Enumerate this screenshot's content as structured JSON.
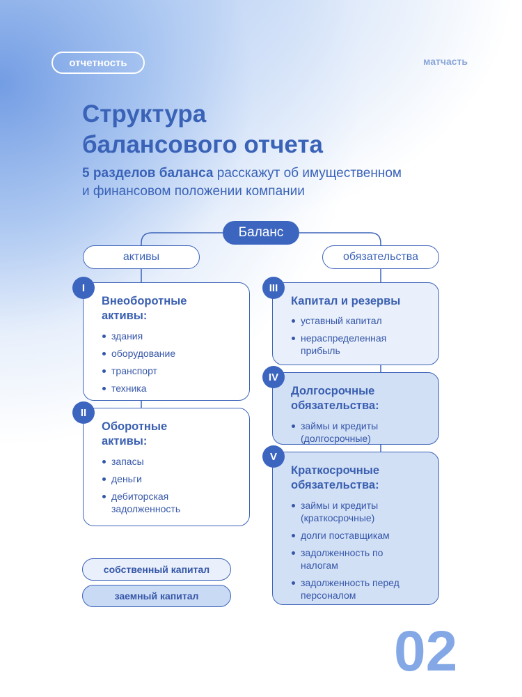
{
  "header": {
    "tag": "отчетность",
    "brand": "матчасть"
  },
  "title": {
    "line1": "Структура",
    "line2": "балансового отчета"
  },
  "subtitle": {
    "bold": "5 разделов баланса",
    "rest1": " расскажут об имущественном",
    "line2": "и финансовом положении компании"
  },
  "diagram": {
    "root": "Баланс",
    "assets_label": "активы",
    "liabilities_label": "обязательства",
    "sections": [
      {
        "num": "I",
        "title_line1": "Внеоборотные",
        "title_line2": "активы:",
        "items": [
          "здания",
          "оборудование",
          "транспорт",
          "техника"
        ]
      },
      {
        "num": "II",
        "title_line1": "Оборотные",
        "title_line2": "активы:",
        "items": [
          "запасы",
          "деньги",
          "дебиторская задолженность"
        ]
      },
      {
        "num": "III",
        "title_line1": "Капитал и резервы",
        "title_line2": "",
        "items": [
          "уставный капитал",
          "нераспределенная прибыль"
        ]
      },
      {
        "num": "IV",
        "title_line1": "Долгосрочные",
        "title_line2": "обязательства:",
        "items": [
          "займы и кредиты (долгосрочные)"
        ]
      },
      {
        "num": "V",
        "title_line1": "Краткосрочные",
        "title_line2": "обязательства:",
        "items": [
          "займы и кредиты (краткосрочные)",
          "долги поставщикам",
          "задолженность по налогам",
          "задолженность перед персоналом"
        ]
      }
    ],
    "legend": {
      "own_capital": "собственный капитал",
      "borrowed_capital": "заемный капитал"
    }
  },
  "page_number": "02",
  "colors": {
    "accent": "#3c65c0",
    "tint_light": "#e9f0fb",
    "tint_mid": "#d2e0f6",
    "page_number": "#84a8e6"
  }
}
